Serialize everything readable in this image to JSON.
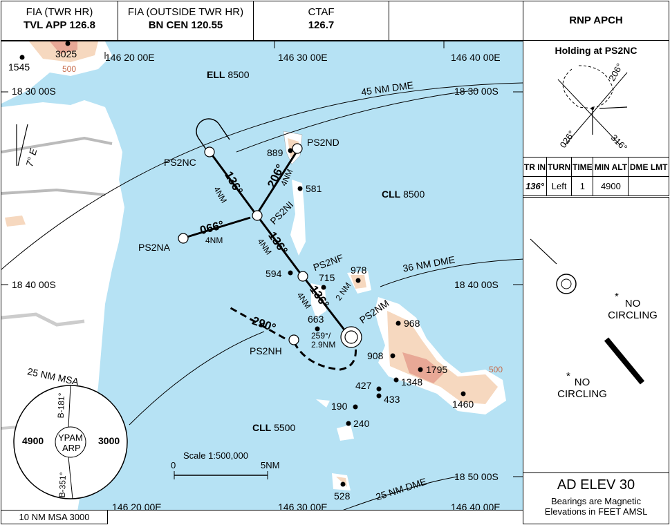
{
  "header": {
    "cells": [
      {
        "title": "FIA (TWR HR)",
        "value": "TVL APP 126.8"
      },
      {
        "title": "FIA (OUTSIDE TWR HR)",
        "value": "BN CEN 120.55"
      },
      {
        "title": "CTAF",
        "value": "126.7"
      },
      {
        "title": "",
        "value": ""
      }
    ],
    "procedure": "RNP APCH"
  },
  "holding": {
    "title": "Holding at PS2NC",
    "courses": [
      "206°",
      "026°",
      "316°"
    ],
    "table_headers": [
      "TR IN",
      "TURN",
      "TIME",
      "MIN ALT",
      "DME LMT"
    ],
    "table_values": [
      "136°",
      "Left",
      "1",
      "4900",
      ""
    ]
  },
  "side_notes": {
    "no_circling_1": "NO CIRCLING",
    "no_circling_2": "NO CIRCLING",
    "asterisk": "*"
  },
  "footer": {
    "elevation": "AD ELEV 30",
    "note1": "Bearings are Magnetic",
    "note2": "Elevations in FEET AMSL",
    "msa_10nm": "10 NM MSA 3000"
  },
  "map": {
    "longitudes": [
      "146 20 00E",
      "146 30 00E",
      "146 40 00E"
    ],
    "latitudes": [
      "18 30 00S",
      "18 40 00S",
      "18 50 00S"
    ],
    "variation": "7° E",
    "airspace": [
      {
        "name": "ELL",
        "alt": "8500"
      },
      {
        "name": "CLL",
        "alt": "8500"
      },
      {
        "name": "CLL",
        "alt": "5500"
      }
    ],
    "dme_arcs": [
      "45 NM DME",
      "36 NM DME",
      "25 NM DME"
    ],
    "waypoints": [
      "PS2NC",
      "PS2ND",
      "PS2NI",
      "PS2NA",
      "PS2NF",
      "PS2NM",
      "PS2NH"
    ],
    "legs": [
      {
        "course": "136°",
        "dist": "4NM"
      },
      {
        "course": "206°",
        "dist": "4NM"
      },
      {
        "course": "066°",
        "dist": "4NM"
      },
      {
        "course": "136°",
        "dist": "4NM"
      },
      {
        "course": "136°",
        "dist": "4NM"
      },
      {
        "dist": "2 NM"
      },
      {
        "course": "290°"
      }
    ],
    "missed_label": "259°/ 2.9NM",
    "contour": "500",
    "elevations": [
      "1545",
      "3025",
      "889",
      "581",
      "594",
      "715",
      "978",
      "663",
      "968",
      "908",
      "1795",
      "1348",
      "427",
      "433",
      "1460",
      "190",
      "240",
      "528"
    ],
    "scale": {
      "label": "Scale 1:500,000",
      "start": "0",
      "end": "5NM"
    },
    "msa": {
      "title": "25 NM  MSA",
      "left": "4900",
      "right": "3000",
      "center1": "YPAM",
      "center2": "ARP",
      "bearing_top": "B-181°",
      "bearing_bottom": "B-351°"
    }
  }
}
